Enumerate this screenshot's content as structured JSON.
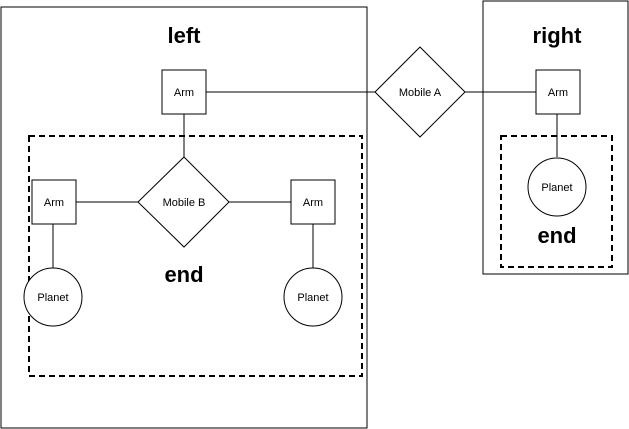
{
  "containers": {
    "left_title": "left",
    "right_title": "right",
    "left_end_label": "end",
    "right_end_label": "end"
  },
  "nodes": {
    "arm_top_left": "Arm",
    "arm_left": "Arm",
    "arm_middle": "Arm",
    "arm_right": "Arm",
    "mobile_a": "Mobile A",
    "mobile_b": "Mobile B",
    "planet_left": "Planet",
    "planet_middle": "Planet",
    "planet_right": "Planet"
  },
  "colors": {
    "stroke": "#000000",
    "fill": "#ffffff"
  }
}
